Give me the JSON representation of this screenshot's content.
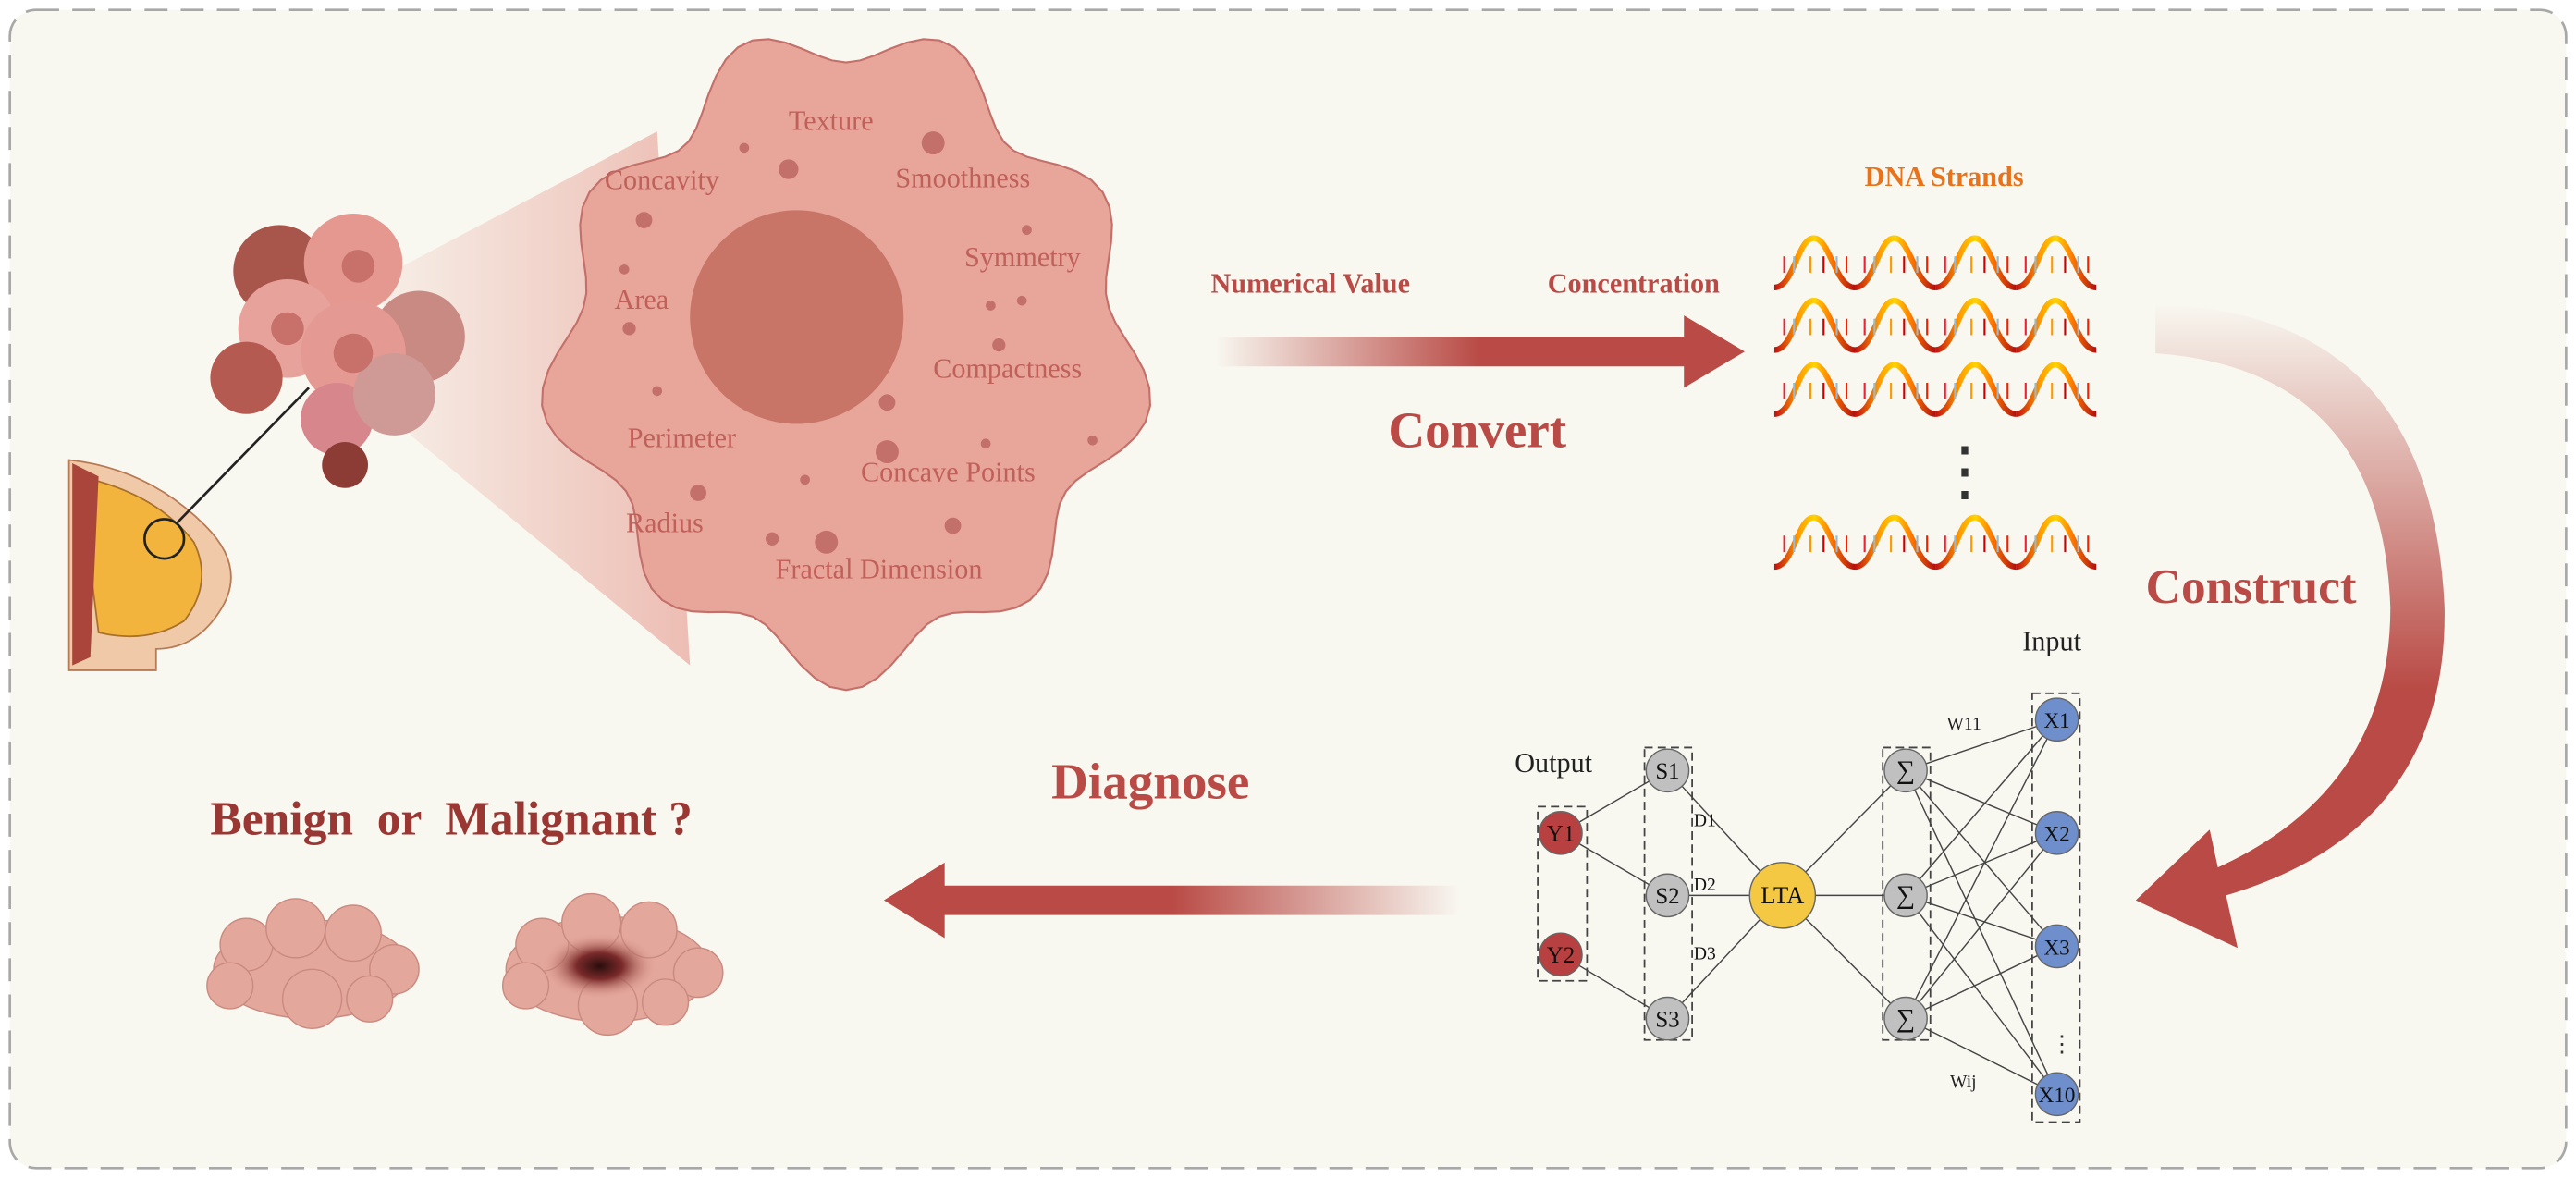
{
  "features": {
    "texture": "Texture",
    "concavity": "Concavity",
    "smoothness": "Smoothness",
    "symmetry": "Symmetry",
    "area": "Area",
    "compactness": "Compactness",
    "perimeter": "Perimeter",
    "concave_points": "Concave Points",
    "radius": "Radius",
    "fractal_dimension": "Fractal Dimension"
  },
  "convert": {
    "numerical_value": "Numerical Value",
    "concentration": "Concentration",
    "label": "Convert"
  },
  "dna": {
    "title": "DNA Strands",
    "ellipsis": "⋮"
  },
  "construct": {
    "label": "Construct"
  },
  "network": {
    "output_label": "Output",
    "input_label": "Input",
    "outputs": [
      "Y1",
      "Y2"
    ],
    "states": [
      "S1",
      "S2",
      "S3"
    ],
    "distances": [
      "D1",
      "D2",
      "D3"
    ],
    "center": "LTA",
    "sums": [
      "∑",
      "∑",
      "∑"
    ],
    "inputs": [
      "X1",
      "X2",
      "X3",
      "X10"
    ],
    "w_first": "W11",
    "w_last": "Wij"
  },
  "diagnose": {
    "label": "Diagnose",
    "question": "Benign  or  Malignant ?"
  },
  "colors": {
    "background": "#f8f7f0",
    "accent_red": "#b94a45",
    "dark_red": "#9a3733",
    "dna_orange": "#e8731a",
    "cell_pink": "#e8a59a",
    "nucleus": "#c87568",
    "output_node": "#b84040",
    "hidden_node": "#c0c0c0",
    "lta_node": "#f4c842",
    "input_node": "#6f8fcc"
  }
}
